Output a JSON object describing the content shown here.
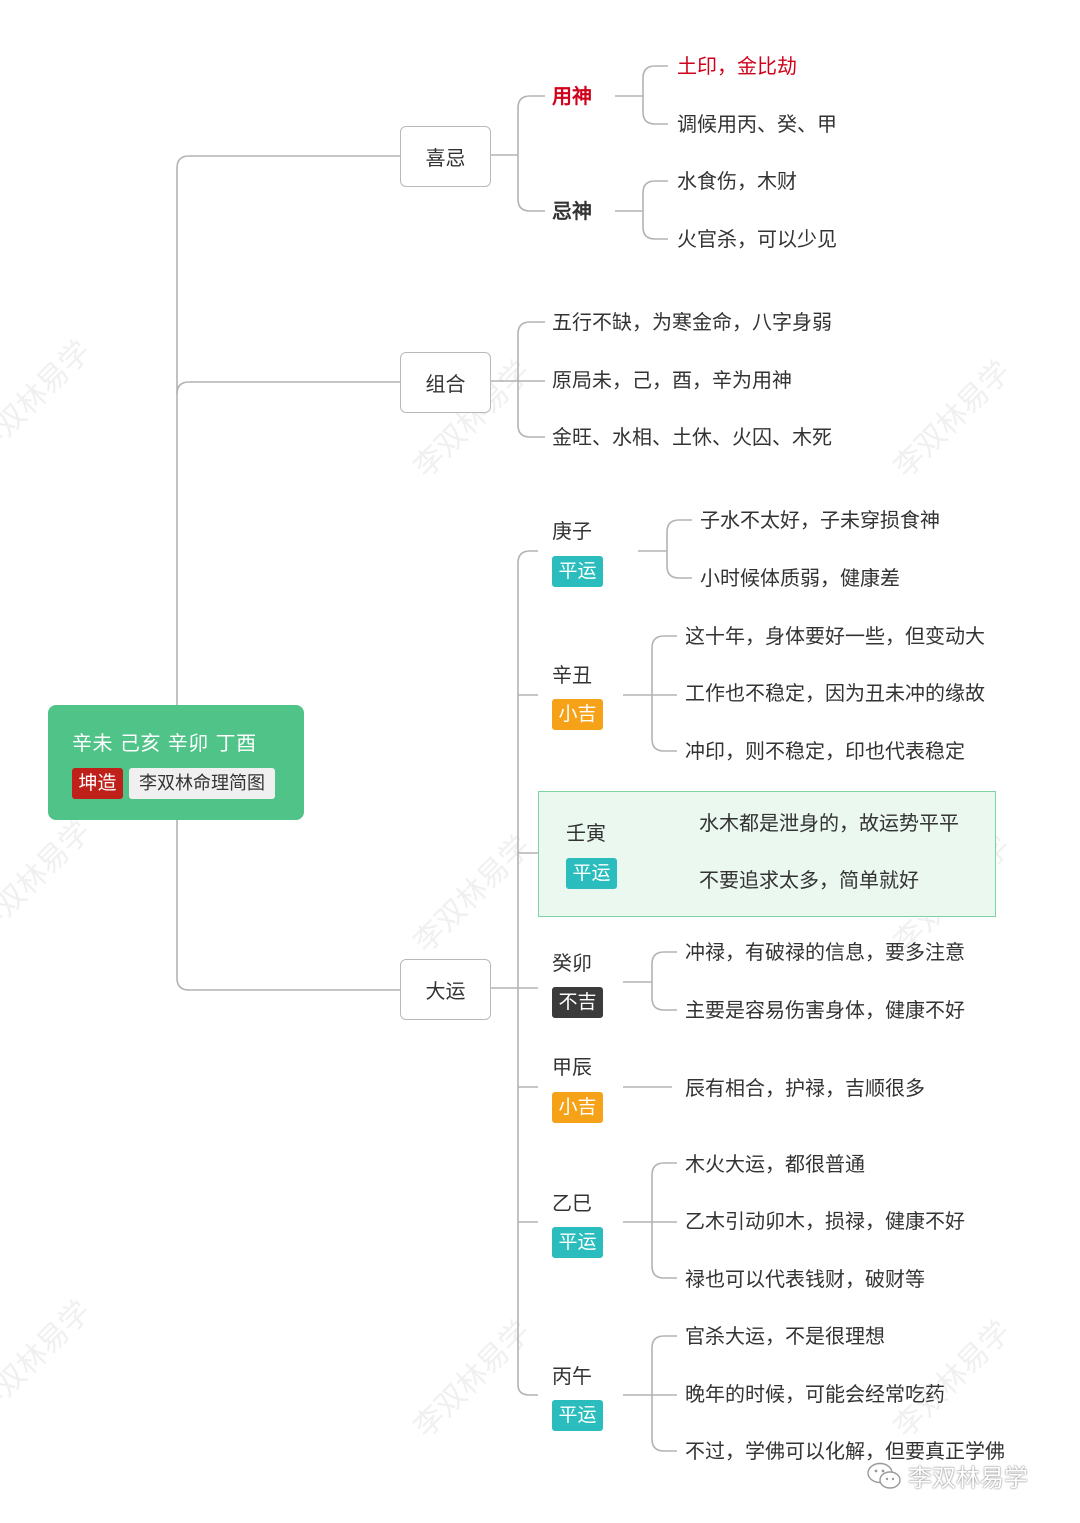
{
  "root": {
    "title": "辛未 己亥 辛卯 丁酉",
    "tag": "坤造",
    "subtitle": "李双林命理简图"
  },
  "xiji": {
    "label": "喜忌",
    "yongshen": {
      "label": "用神",
      "items": [
        "土印，金比劫",
        "调候用丙、癸、甲"
      ]
    },
    "jishen": {
      "label": "忌神",
      "items": [
        "水食伤，木财",
        "火官杀，可以少见"
      ]
    }
  },
  "zuhe": {
    "label": "组合",
    "items": [
      "五行不缺，为寒金命，八字身弱",
      "原局未，己，酉，辛为用神",
      "金旺、水相、土休、火囚、木死"
    ]
  },
  "dayun": {
    "label": "大运",
    "periods": [
      {
        "name": "庚子",
        "badge": "平运",
        "items": [
          "子水不太好，子未穿损食神",
          "小时候体质弱，健康差"
        ]
      },
      {
        "name": "辛丑",
        "badge": "小吉",
        "items": [
          "这十年，身体要好一些，但变动大",
          "工作也不稳定，因为丑未冲的缘故",
          "冲印，则不稳定，印也代表稳定"
        ]
      },
      {
        "name": "壬寅",
        "badge": "平运",
        "items": [
          "水木都是泄身的，故运势平平",
          "不要追求太多，简单就好"
        ]
      },
      {
        "name": "癸卯",
        "badge": "不吉",
        "items": [
          "冲禄，有破禄的信息，要多注意",
          "主要是容易伤害身体，健康不好"
        ]
      },
      {
        "name": "甲辰",
        "badge": "小吉",
        "items": [
          "辰有相合，护禄，吉顺很多"
        ]
      },
      {
        "name": "乙巳",
        "badge": "平运",
        "items": [
          "木火大运，都很普通",
          "乙木引动卯木，损禄，健康不好",
          "禄也可以代表钱财，破财等"
        ]
      },
      {
        "name": "丙午",
        "badge": "平运",
        "items": [
          "官杀大运，不是很理想",
          "晚年的时候，可能会经常吃药",
          "不过，学佛可以化解，但要真正学佛"
        ]
      }
    ]
  },
  "watermark": {
    "text": "李双林易学",
    "footer": "李双林易学"
  },
  "colors": {
    "root": "#4fc388",
    "red": "#d0021b",
    "teal": "#2bbdbd",
    "orange": "#f5a219",
    "dark": "#3b3b3b",
    "line": "#b3b3b3"
  }
}
